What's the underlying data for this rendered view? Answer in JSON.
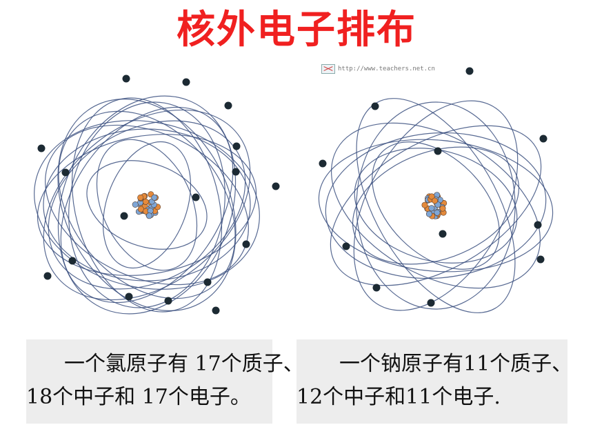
{
  "title": "核外电子排布",
  "title_color": "#f02020",
  "orbit_color": "#3a4f7f",
  "electron_color": "#1c2a33",
  "nucleus_colors": [
    "#e48a3c",
    "#7ea6d6"
  ],
  "watermark": "http://www.teachers.net.cn",
  "left_atom": {
    "element": "chlorine",
    "caption_line1": "一个氯原子有 17个质子、",
    "caption_line2": "18个中子和 17个电子。"
  },
  "right_atom": {
    "element": "sodium",
    "caption_line1": "一个钠原子有11个质子、",
    "caption_line2": "12个中子和11个电子."
  }
}
